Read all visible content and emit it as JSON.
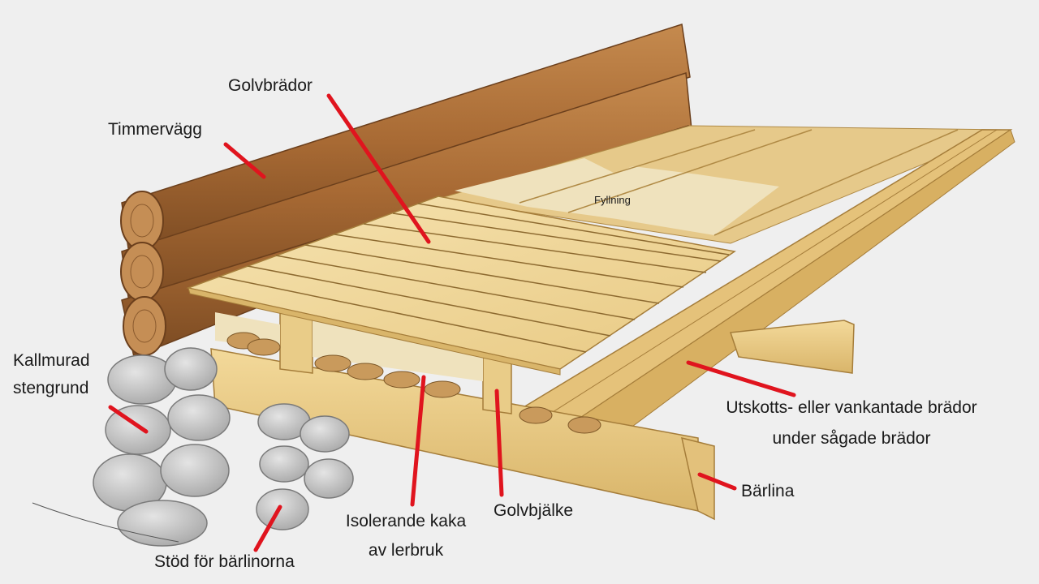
{
  "labels": {
    "timmervagg": "Timmervägg",
    "golvbrador": "Golvbrädor",
    "fyllning": "Fyllning",
    "kallmurad_1": "Kallmurad",
    "kallmurad_2": "stengrund",
    "utskotts_1": "Utskotts- eller vankantade brädor",
    "utskotts_2": "under sågade brädor",
    "barlina": "Bärlina",
    "golvbjalke": "Golvbjälke",
    "isolerande_1": "Isolerande kaka",
    "isolerande_2": "av lerbruk",
    "stod": "Stöd för bärlinorna"
  },
  "colors": {
    "background": "#efefef",
    "leader_line": "#e0141e",
    "log_wall": "#a86a34",
    "floor_boards": "#f0d79a",
    "joists": "#e9cc88",
    "fill": "#efe2bd",
    "stone": "#c9c9c9"
  }
}
